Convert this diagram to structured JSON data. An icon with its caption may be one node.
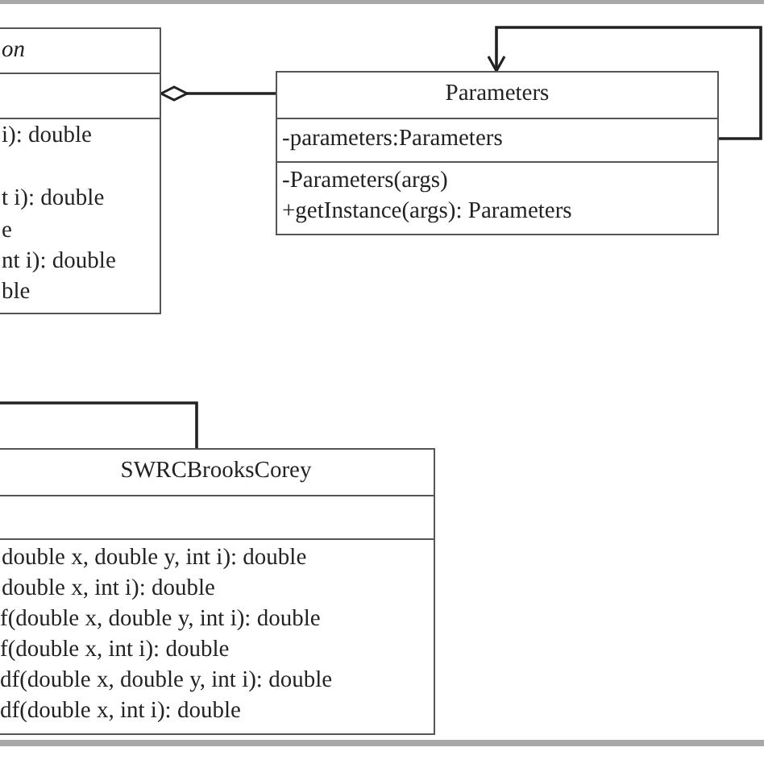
{
  "diagram": {
    "nodes": [
      {
        "text": [
          "on",
          "i): double",
          "t i): double",
          "e",
          "nt i): double",
          "ble"
        ]
      },
      {
        "text": [
          "Parameters",
          "-parameters:Parameters",
          "-Parameters(args)",
          "+getInstance(args): Parameters"
        ]
      },
      {
        "text": [
          "SWRCBrooksCorey",
          "double x, double y, int i): double",
          "double x, int i): double",
          "f(double x, double y, int i): double",
          "f(double x, int i): double",
          "df(double x, double y, int i): double",
          "df(double x, int i): double"
        ]
      }
    ],
    "edges": [
      {
        "from": 0,
        "to": 1,
        "arrow": "other"
      },
      {
        "from": 1,
        "to": 1,
        "arrow": "to"
      },
      {
        "from": 2,
        "to": null,
        "arrow": "none"
      }
    ]
  }
}
